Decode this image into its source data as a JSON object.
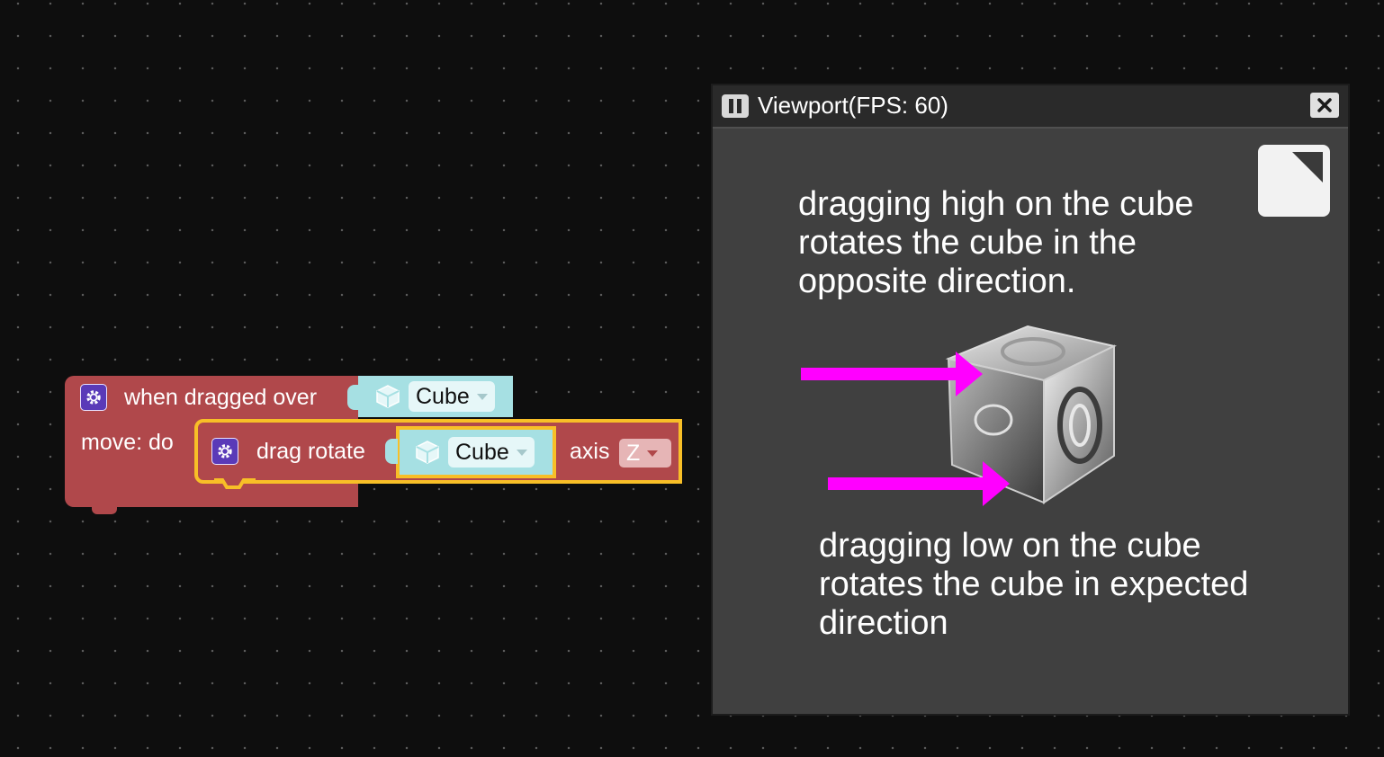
{
  "event_block": {
    "label": "when dragged over",
    "target": "Cube",
    "statement_label": "move: do"
  },
  "action_block": {
    "label": "drag rotate",
    "target": "Cube",
    "axis_label": "axis",
    "axis_value": "Z"
  },
  "viewport": {
    "title": "Viewport(FPS: 60)",
    "top_note_lines": [
      "dragging high on the cube",
      "rotates the cube in the",
      "opposite direction."
    ],
    "bottom_note_lines": [
      "dragging low on the cube",
      "rotates the cube in expected",
      "direction"
    ]
  },
  "colors": {
    "block": "#b0484b",
    "value_block": "#a6e0e3",
    "selected_outline": "#f8bf27",
    "arrow": "#ff00ff"
  },
  "icons": [
    "gear-icon",
    "cube-icon",
    "pause-icon",
    "close-icon",
    "resize-icon"
  ]
}
